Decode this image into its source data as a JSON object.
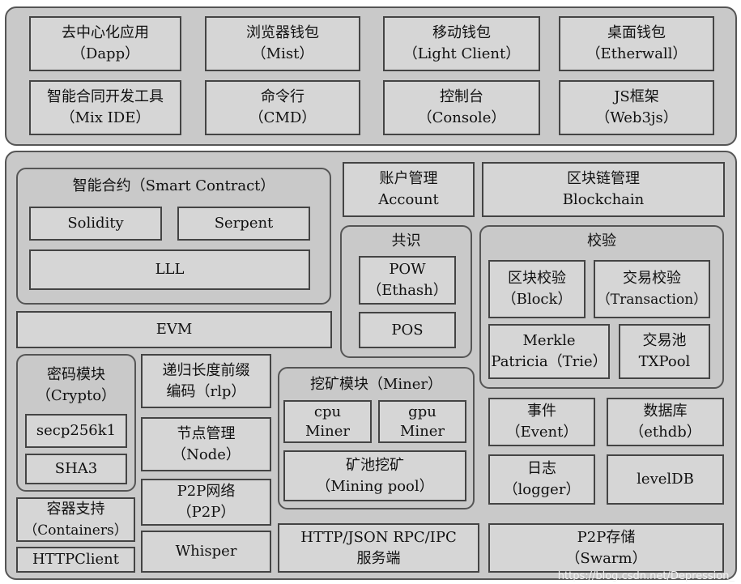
{
  "top_layer": {
    "dapp": {
      "l1": "去中心化应用",
      "l2": "（Dapp）"
    },
    "mist": {
      "l1": "浏览器钱包",
      "l2": "（Mist）"
    },
    "light_client": {
      "l1": "移动钱包",
      "l2": "（Light Client）"
    },
    "etherwall": {
      "l1": "桌面钱包",
      "l2": "（Etherwall）"
    },
    "mix_ide": {
      "l1": "智能合同开发工具",
      "l2": "（Mix IDE）"
    },
    "cmd": {
      "l1": "命令行",
      "l2": "（CMD）"
    },
    "console": {
      "l1": "控制台",
      "l2": "（Console）"
    },
    "web3js": {
      "l1": "JS框架",
      "l2": "（Web3js）"
    }
  },
  "smart_contract": {
    "title": "智能合约（Smart Contract）",
    "solidity": "Solidity",
    "serpent": "Serpent",
    "lll": "LLL"
  },
  "evm": "EVM",
  "account": {
    "l1": "账户管理",
    "l2": "Account"
  },
  "blockchain": {
    "l1": "区块链管理",
    "l2": "Blockchain"
  },
  "consensus": {
    "title": "共识",
    "pow": {
      "l1": "POW",
      "l2": "（Ethash）"
    },
    "pos": "POS"
  },
  "validation": {
    "title": "校验",
    "block": {
      "l1": "区块校验",
      "l2": "（Block）"
    },
    "transaction": {
      "l1": "交易校验",
      "l2": "（Transaction）"
    },
    "trie": {
      "l1": "Merkle",
      "l2": "Patricia（Trie）"
    },
    "txpool": {
      "l1": "交易池",
      "l2": "TXPool"
    }
  },
  "crypto": {
    "title_l1": "密码模块",
    "title_l2": "（Crypto）",
    "secp": "secp256k1",
    "sha3": "SHA3"
  },
  "rlp": {
    "l1": "递归长度前缀",
    "l2": "编码（rlp）"
  },
  "node": {
    "l1": "节点管理",
    "l2": "（Node）"
  },
  "p2p": {
    "l1": "P2P网络",
    "l2": "（P2P）"
  },
  "containers": {
    "l1": "容器支持",
    "l2": "（Containers）"
  },
  "httpclient": "HTTPClient",
  "whisper": "Whisper",
  "miner": {
    "title": "挖矿模块（Miner）",
    "cpu": {
      "l1": "cpu",
      "l2": "Miner"
    },
    "gpu": {
      "l1": "gpu",
      "l2": "Miner"
    },
    "pool": {
      "l1": "矿池挖矿",
      "l2": "（Mining pool）"
    }
  },
  "rpc": {
    "l1": "HTTP/JSON RPC/IPC",
    "l2": "服务端"
  },
  "event": {
    "l1": "事件",
    "l2": "（Event）"
  },
  "ethdb": {
    "l1": "数据库",
    "l2": "（ethdb）"
  },
  "logger": {
    "l1": "日志",
    "l2": "（logger）"
  },
  "leveldb": "levelDB",
  "swarm": {
    "l1": "P2P存储",
    "l2": "（Swarm）"
  },
  "watermark": "https://blog.csdn.net/Depression_"
}
